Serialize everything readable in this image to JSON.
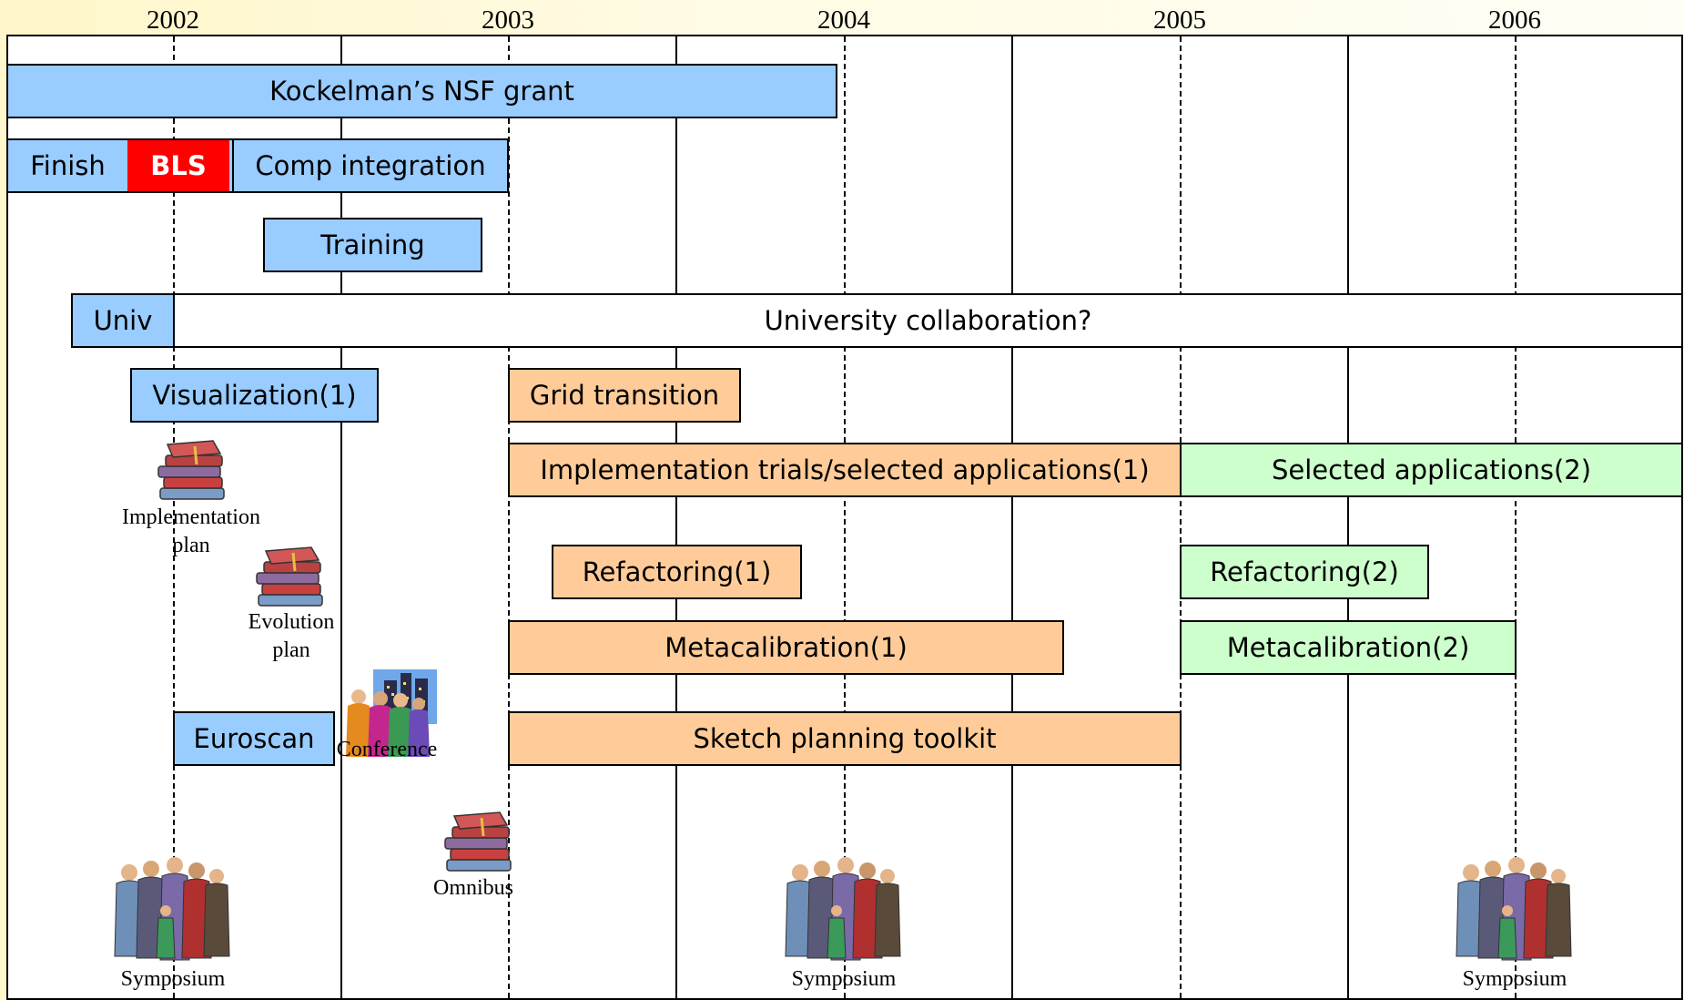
{
  "years": [
    "2002",
    "2003",
    "2004",
    "2005",
    "2006"
  ],
  "bars": {
    "nsf_grant": "Kockelman’s NSF grant",
    "finish": "Finish",
    "bls": "BLS",
    "comp_integration": "Comp integration",
    "training": "Training",
    "univ": "Univ",
    "university_collaboration": "University collaboration?",
    "visualization_1": "Visualization(1)",
    "grid_transition": "Grid transition",
    "implementation_trials": "Implementation trials/selected applications(1)",
    "selected_applications_2": "Selected applications(2)",
    "refactoring_1": "Refactoring(1)",
    "refactoring_2": "Refactoring(2)",
    "metacalibration_1": "Metacalibration(1)",
    "metacalibration_2": "Metacalibration(2)",
    "euroscan": "Euroscan",
    "sketch_planning": "Sketch planning toolkit"
  },
  "milestones": {
    "implementation_plan": [
      "Implementation",
      "plan"
    ],
    "evolution_plan": [
      "Evolution",
      "plan"
    ],
    "conference": "Conference",
    "omnibus": "Omnibus",
    "symposium": "Symposium"
  },
  "colors": {
    "blue_phase": "#99ccff",
    "orange_phase": "#ffcc99",
    "green_phase": "#ccffcc",
    "highlight_red": "#ff0000"
  },
  "icons": {
    "books": "books-icon",
    "conference": "conference-crowd-icon",
    "symposium": "people-group-icon"
  }
}
